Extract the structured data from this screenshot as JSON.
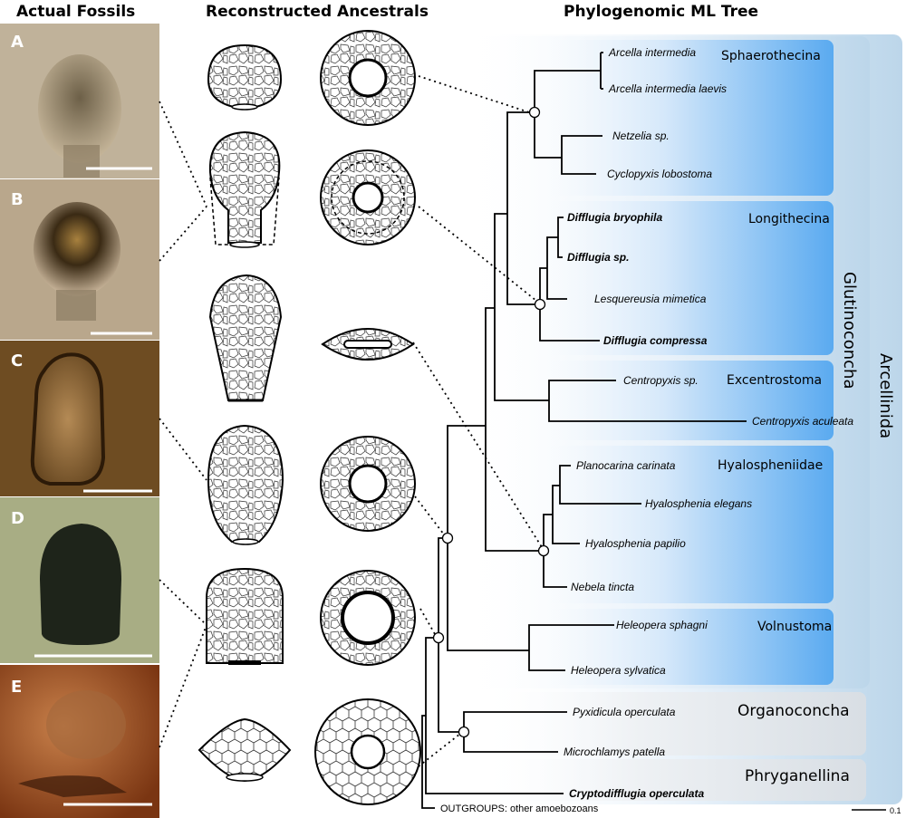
{
  "headings": {
    "fossils": "Actual Fossils",
    "ancestrals": "Reconstructed Ancestrals",
    "tree": "Phylogenomic  ML Tree"
  },
  "panels": [
    {
      "letter": "A",
      "color": "#9c8a70"
    },
    {
      "letter": "B",
      "color": "#8a7254"
    },
    {
      "letter": "C",
      "color": "#7d5a2e"
    },
    {
      "letter": "D",
      "color": "#6e7650"
    },
    {
      "letter": "E",
      "color": "#a65a28"
    }
  ],
  "taxa": [
    "Arcella intermedia",
    "Arcella intermedia laevis",
    "Netzelia sp.",
    "Cyclopyxis lobostoma",
    "Difflugia bryophila",
    "Difflugia sp.",
    "Lesquereusia mimetica",
    "Difflugia compressa",
    "Centropyxis sp.",
    "Centropyxis aculeata",
    "Planocarina carinata",
    "Hyalosphenia elegans",
    "Hyalosphenia papilio",
    "Nebela tincta",
    "Heleopera sphagni",
    "Heleopera sylvatica",
    "Pyxidicula operculata",
    "Microchlamys patella",
    "Cryptodifflugia operculata"
  ],
  "outgroup_label": "OUTGROUPS: other amoebozoans",
  "groups": {
    "sphaerothecina": "Sphaerothecina",
    "longithecina": "Longithecina",
    "excentrostoma": "Excentrostoma",
    "hyalospheniidae": "Hyalospheniidae",
    "volnustoma": "Volnustoma",
    "organoconcha": "Organoconcha",
    "phryganellina": "Phryganellina",
    "glutinoconcha": "Glutinoconcha",
    "arcellinida": "Arcellinida"
  },
  "scale_label": "0.1",
  "colors": {
    "clade_blue": "#5aaaf0",
    "clade_light": "#e6f1fb",
    "outer_box": "#c8ddec"
  }
}
